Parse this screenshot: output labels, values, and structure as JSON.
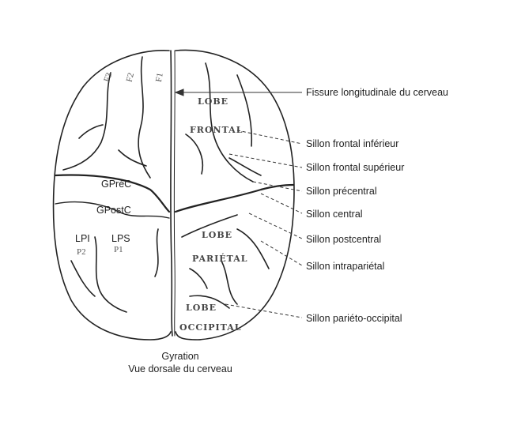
{
  "brain": {
    "gyri_left": {
      "f3": "F3",
      "f2": "F2",
      "f1": "F1"
    },
    "regions_left": {
      "gprec": "GPréC",
      "gpostc": "GPostC",
      "lpi": "LPI",
      "p2": "P2",
      "lps": "LPS",
      "p1": "P1"
    },
    "lobes_right": {
      "frontal_1": "LOBE",
      "frontal_2": "FRONTAL",
      "parietal_1": "LOBE",
      "parietal_2": "PARIÉTAL",
      "occipital_1": "LOBE",
      "occipital_2": "OCCIPITAL"
    }
  },
  "annotations": [
    "Fissure longitudinale du cerveau",
    "Sillon frontal inférieur",
    "Sillon frontal supérieur",
    "Sillon précentral",
    "Sillon central",
    "Sillon postcentral",
    "Sillon intrapariétal",
    "Sillon pariéto-occipital"
  ],
  "caption": {
    "line1": "Gyration",
    "line2": "Vue dorsale du cerveau"
  }
}
